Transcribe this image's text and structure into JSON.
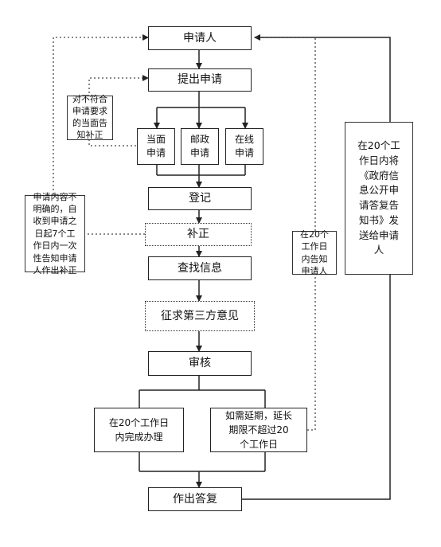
{
  "nodes": {
    "applicant": "申请人",
    "submit": "提出申请",
    "in_person": "当面\n申请",
    "by_mail": "邮政\n申请",
    "online": "在线\n申请",
    "register": "登记",
    "supplement": "补正",
    "find_info": "查找信息",
    "third_party": "征求第三方意见",
    "review": "审核",
    "complete_20": "在20个工作日\n内完成办理",
    "extension": "如需延期，延长\n期限不超过20\n个工作日",
    "reply": "作出答复"
  },
  "notes": {
    "nonconforming": "对不符合\n申请要求\n的当面告\n知补正",
    "unclear": "申请内容不\n明确的，自\n收到申请之\n日起7个工\n作日内一次\n性告知申请\n人作出补正",
    "notify_extension": "在20个\n工作日\n内告知\n申请人",
    "send_notice": "在20个工\n作日内将\n《政府信\n息公开申\n请答复告\n知书》发\n送给申请\n人"
  }
}
